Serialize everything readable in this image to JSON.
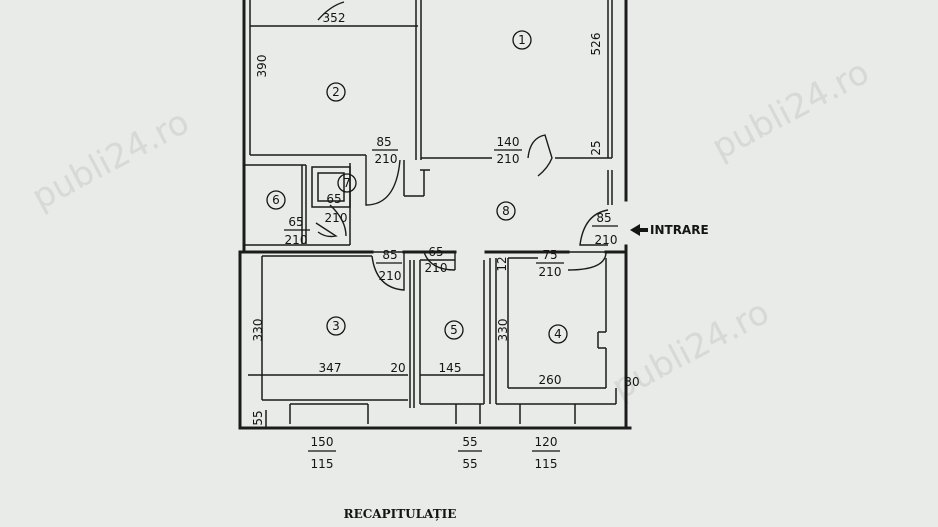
{
  "rooms": [
    {
      "id": "1",
      "label": "1"
    },
    {
      "id": "2",
      "label": "2"
    },
    {
      "id": "3",
      "label": "3"
    },
    {
      "id": "4",
      "label": "4"
    },
    {
      "id": "5",
      "label": "5"
    },
    {
      "id": "6",
      "label": "6"
    },
    {
      "id": "7",
      "label": "7"
    },
    {
      "id": "8",
      "label": "8"
    }
  ],
  "dimensions": {
    "room2_width": "352",
    "room2_height": "390",
    "room1_height": "526",
    "room1_side": "25",
    "room3_height": "330",
    "room3_width": "347",
    "room3_gap": "20",
    "room5_width": "145",
    "room4_height": "330",
    "room4_width": "260",
    "room4_gap": "12",
    "outer_right": "30",
    "bottom_left": "55"
  },
  "doors": {
    "d_room2": {
      "top": "85",
      "bottom": "210"
    },
    "d_room1": {
      "top": "140",
      "bottom": "210"
    },
    "d_room7": {
      "top": "65",
      "bottom": "210"
    },
    "d_room6": {
      "top": "65",
      "bottom": "210"
    },
    "d_entry": {
      "top": "85",
      "bottom": "210"
    },
    "d_room3": {
      "top": "85",
      "bottom": "210"
    },
    "d_room5": {
      "top": "65",
      "bottom": "210"
    },
    "d_room4": {
      "top": "75",
      "bottom": "210"
    }
  },
  "windows": {
    "w_left": {
      "top": "150",
      "bottom": "115"
    },
    "w_mid": {
      "top": "55",
      "bottom": "55"
    },
    "w_right": {
      "top": "120",
      "bottom": "115"
    }
  },
  "entry_label": "INTRARE",
  "footer_title": "RECAPITULAȚIE",
  "watermark": "publi24.ro"
}
